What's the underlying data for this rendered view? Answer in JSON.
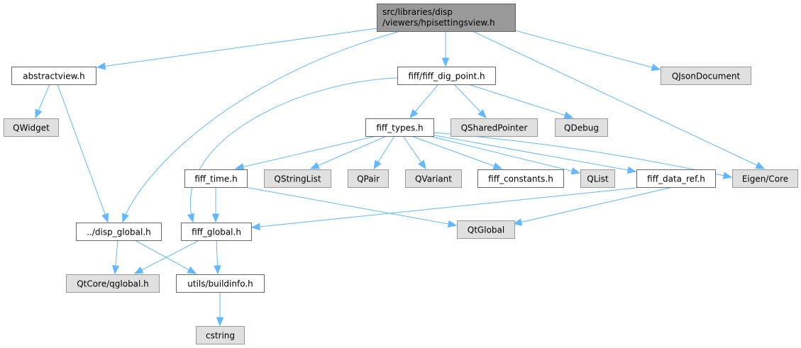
{
  "diagram": {
    "type": "include-dependency-graph",
    "colors": {
      "edge": "#63b8ff",
      "root_fill": "#999999",
      "local_fill": "#ffffff",
      "external_fill": "#e0e0e0"
    },
    "nodes": [
      {
        "id": "root",
        "kind": "root",
        "lines": [
          "src/libraries/disp",
          "/viewers/hpisettingsview.h"
        ]
      },
      {
        "id": "abstractview",
        "kind": "local",
        "lines": [
          "abstractview.h"
        ]
      },
      {
        "id": "disp_global",
        "kind": "local",
        "lines": [
          "../disp_global.h"
        ]
      },
      {
        "id": "fiff_dig_point",
        "kind": "local",
        "lines": [
          "fiff/fiff_dig_point.h"
        ]
      },
      {
        "id": "eigen_core",
        "kind": "external",
        "lines": [
          "Eigen/Core"
        ]
      },
      {
        "id": "qjsondocument",
        "kind": "external",
        "lines": [
          "QJsonDocument"
        ]
      },
      {
        "id": "qwidget",
        "kind": "external",
        "lines": [
          "QWidget"
        ]
      },
      {
        "id": "fiff_types",
        "kind": "local",
        "lines": [
          "fiff_types.h"
        ]
      },
      {
        "id": "qsharedpointer",
        "kind": "external",
        "lines": [
          "QSharedPointer"
        ]
      },
      {
        "id": "qdebug",
        "kind": "external",
        "lines": [
          "QDebug"
        ]
      },
      {
        "id": "fiff_time",
        "kind": "local",
        "lines": [
          "fiff_time.h"
        ]
      },
      {
        "id": "qstringlist",
        "kind": "external",
        "lines": [
          "QStringList"
        ]
      },
      {
        "id": "qpair",
        "kind": "external",
        "lines": [
          "QPair"
        ]
      },
      {
        "id": "qvariant",
        "kind": "external",
        "lines": [
          "QVariant"
        ]
      },
      {
        "id": "fiff_constants",
        "kind": "local",
        "lines": [
          "fiff_constants.h"
        ]
      },
      {
        "id": "qlist",
        "kind": "external",
        "lines": [
          "QList"
        ]
      },
      {
        "id": "fiff_data_ref",
        "kind": "local",
        "lines": [
          "fiff_data_ref.h"
        ]
      },
      {
        "id": "fiff_global",
        "kind": "local",
        "lines": [
          "fiff_global.h"
        ]
      },
      {
        "id": "qtglobal",
        "kind": "external",
        "lines": [
          "QtGlobal"
        ]
      },
      {
        "id": "qtcore_qglobal",
        "kind": "external",
        "lines": [
          "QtCore/qglobal.h"
        ]
      },
      {
        "id": "utils_buildinfo",
        "kind": "local",
        "lines": [
          "utils/buildinfo.h"
        ]
      },
      {
        "id": "cstring",
        "kind": "external",
        "lines": [
          "cstring"
        ]
      }
    ],
    "edges": [
      [
        "root",
        "abstractview"
      ],
      [
        "root",
        "disp_global"
      ],
      [
        "root",
        "fiff_dig_point"
      ],
      [
        "root",
        "eigen_core"
      ],
      [
        "root",
        "qjsondocument"
      ],
      [
        "abstractview",
        "qwidget"
      ],
      [
        "abstractview",
        "disp_global"
      ],
      [
        "fiff_dig_point",
        "fiff_global"
      ],
      [
        "fiff_dig_point",
        "fiff_types"
      ],
      [
        "fiff_dig_point",
        "qsharedpointer"
      ],
      [
        "fiff_dig_point",
        "qdebug"
      ],
      [
        "fiff_types",
        "fiff_time"
      ],
      [
        "fiff_types",
        "qstringlist"
      ],
      [
        "fiff_types",
        "qpair"
      ],
      [
        "fiff_types",
        "qvariant"
      ],
      [
        "fiff_types",
        "fiff_constants"
      ],
      [
        "fiff_types",
        "qlist"
      ],
      [
        "fiff_types",
        "fiff_data_ref"
      ],
      [
        "fiff_types",
        "eigen_core"
      ],
      [
        "fiff_time",
        "fiff_global"
      ],
      [
        "fiff_time",
        "qtglobal"
      ],
      [
        "fiff_data_ref",
        "fiff_global"
      ],
      [
        "fiff_data_ref",
        "qtglobal"
      ],
      [
        "disp_global",
        "qtcore_qglobal"
      ],
      [
        "disp_global",
        "utils_buildinfo"
      ],
      [
        "fiff_global",
        "qtcore_qglobal"
      ],
      [
        "fiff_global",
        "utils_buildinfo"
      ],
      [
        "utils_buildinfo",
        "cstring"
      ]
    ]
  }
}
